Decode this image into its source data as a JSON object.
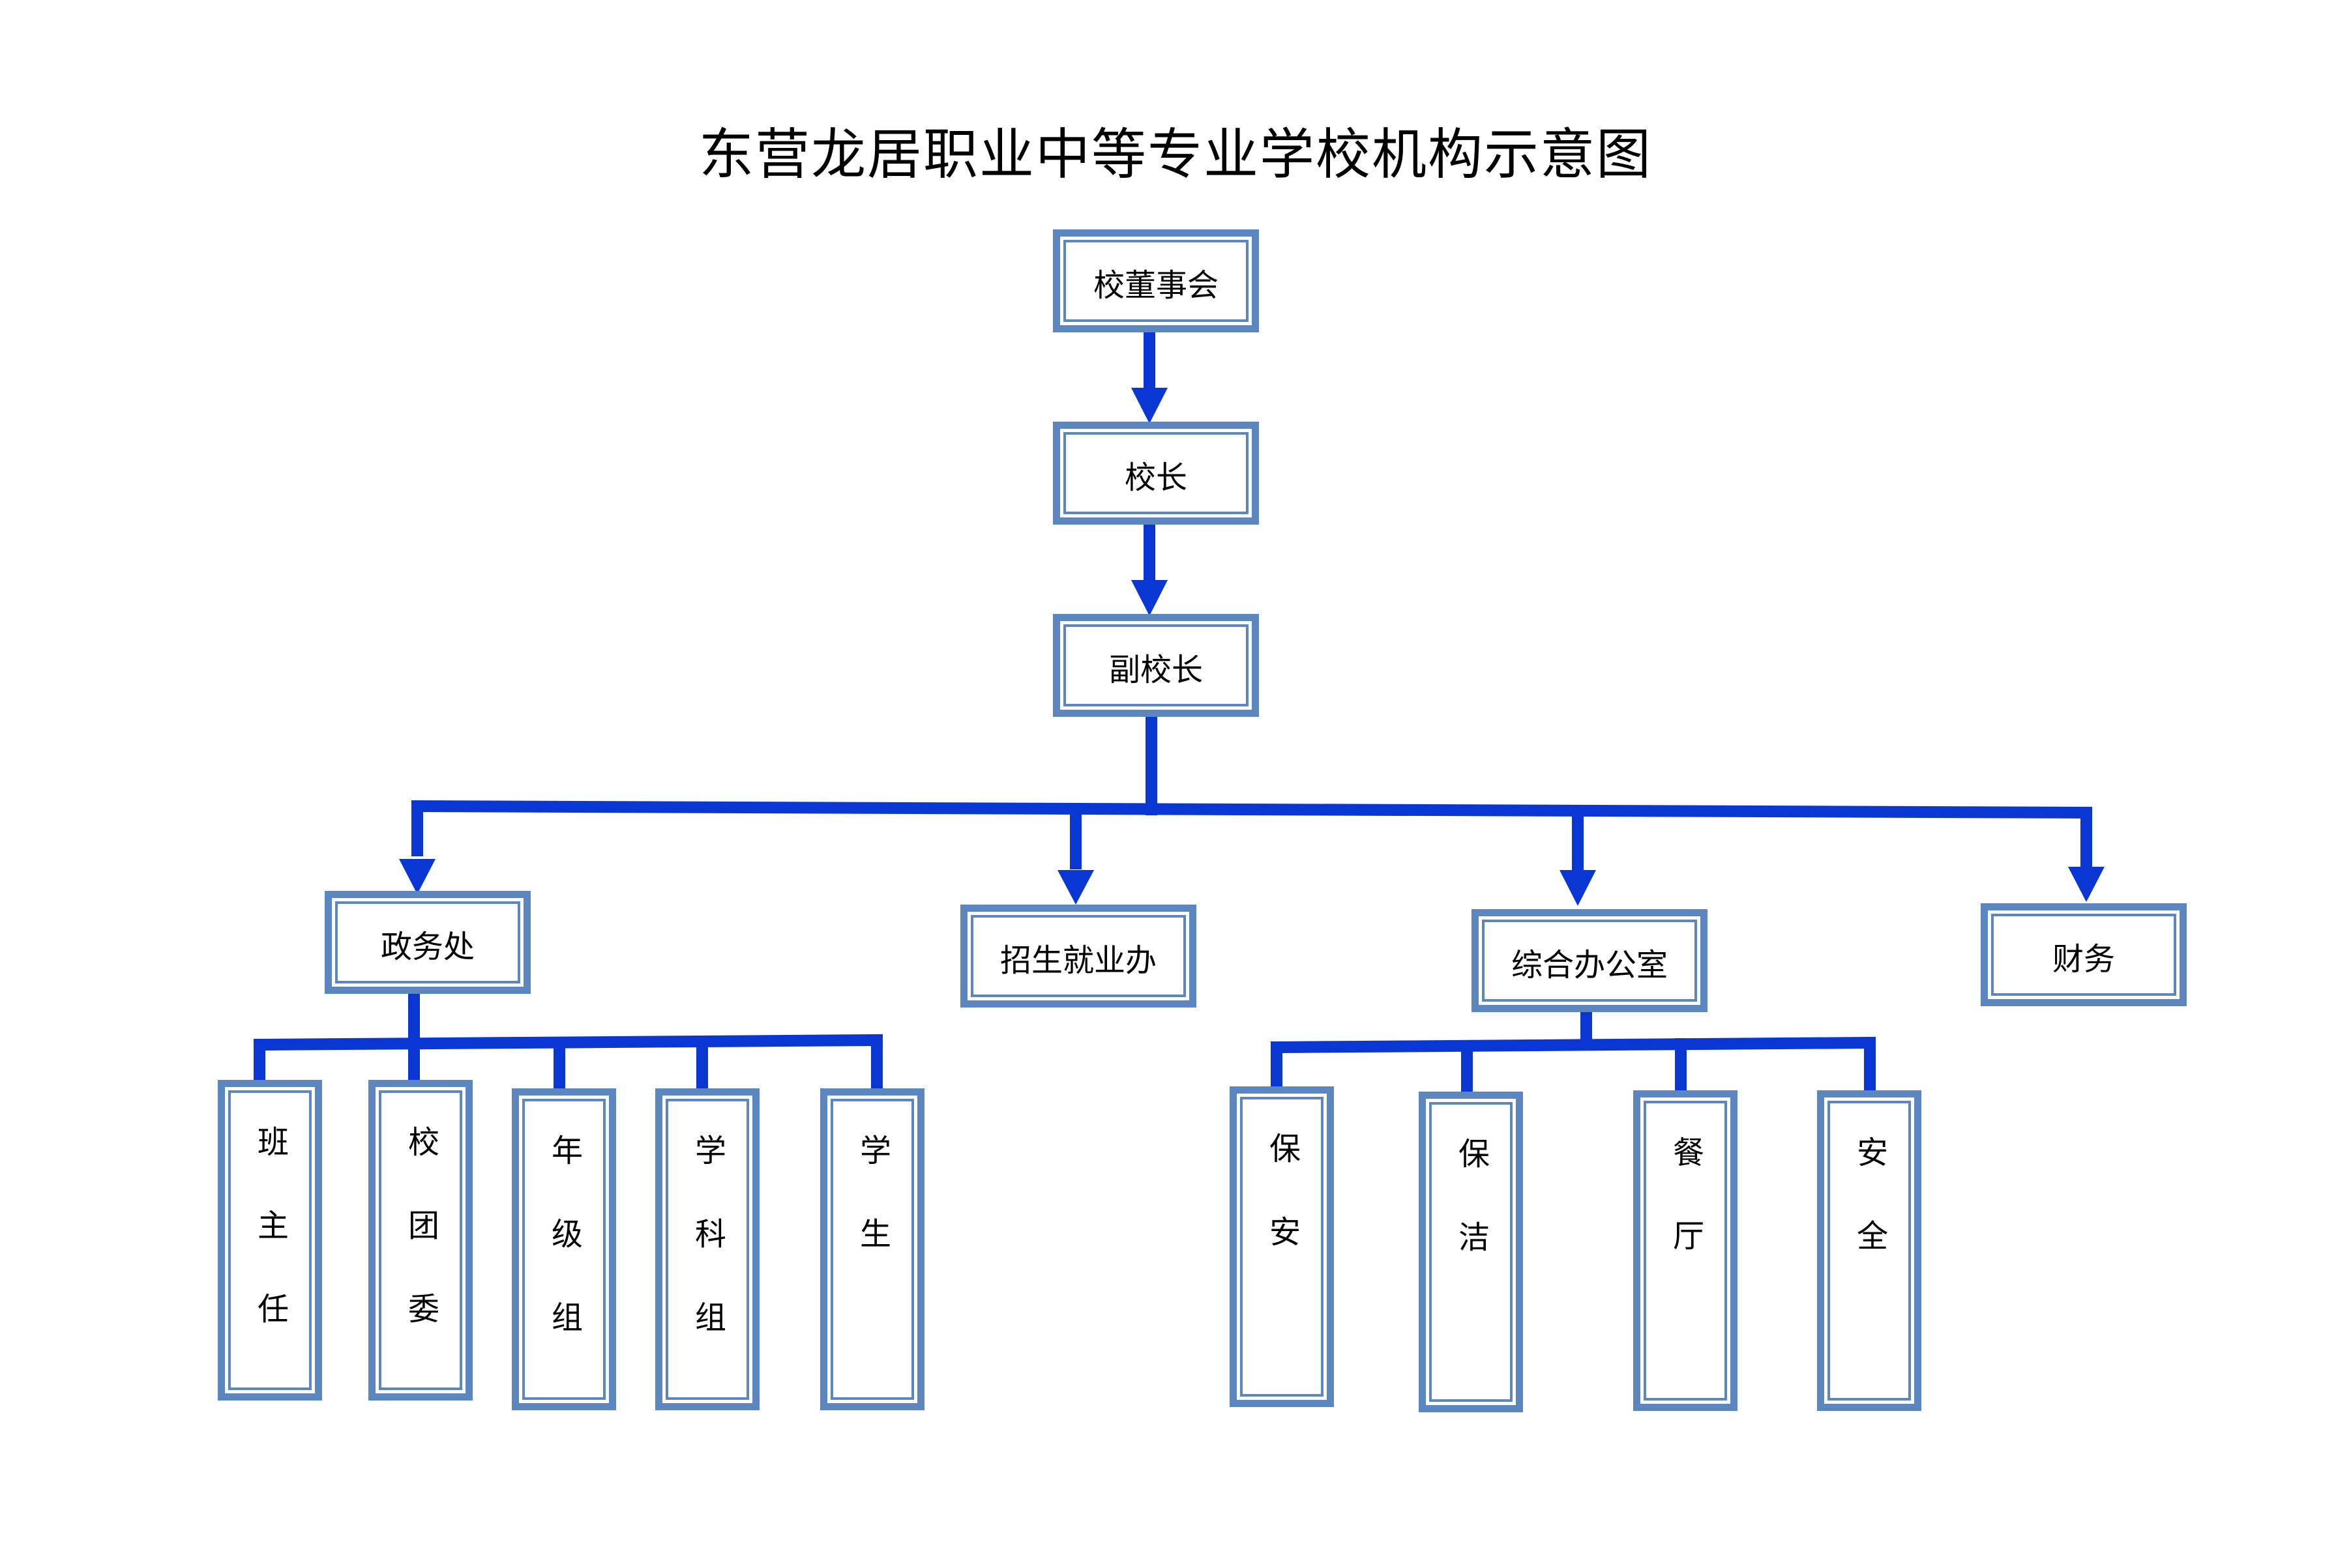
{
  "title": "东营龙居职业中等专业学校机构示意图",
  "colors": {
    "connector": "#0a37d4",
    "box_border": "#5b86bf"
  },
  "nodes": {
    "board": "校董事会",
    "principal": "校长",
    "vice_principal": "副校长",
    "political_office": "政务处",
    "enrollment_office": "招生就业办",
    "general_office": "综合办公室",
    "finance": "财务",
    "head_teacher": "班主任",
    "youth_league": "校团委",
    "grade_group": "年级组",
    "subject_group": "学科组",
    "students": "学生",
    "security": "保安",
    "cleaning": "保洁",
    "canteen": "餐厅",
    "safety": "安全"
  }
}
